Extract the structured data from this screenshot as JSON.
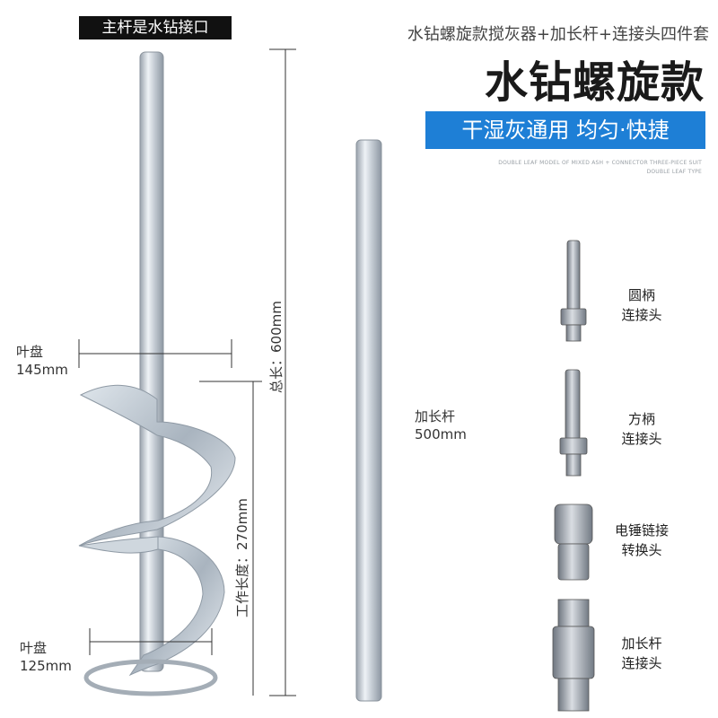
{
  "header": {
    "main_rod_label": "主杆是水钻接口",
    "subtitle": "水钻螺旋款搅灰器+加长杆+连接头四件套",
    "title": "水钻螺旋款",
    "banner": "干湿灰通用 均匀·快捷",
    "english_line1": "DOUBLE LEAF MODEL OF MIXED ASH + CONNECTOR THREE-PIECE SUIT",
    "english_line2": "DOUBLE LEAF TYPE"
  },
  "dimensions": {
    "blade_top_label": "叶盘",
    "blade_top_value": "145mm",
    "blade_bottom_label": "叶盘",
    "blade_bottom_value": "125mm",
    "total_length": "总长：600mm",
    "working_length": "工作长度：270mm",
    "extension_label": "加长杆",
    "extension_value": "500mm"
  },
  "parts": [
    {
      "line1": "圆柄",
      "line2": "连接头"
    },
    {
      "line1": "方柄",
      "line2": "连接头"
    },
    {
      "line1": "电锤链接",
      "line2": "转换头"
    },
    {
      "line1": "加长杆",
      "line2": "连接头"
    }
  ]
}
